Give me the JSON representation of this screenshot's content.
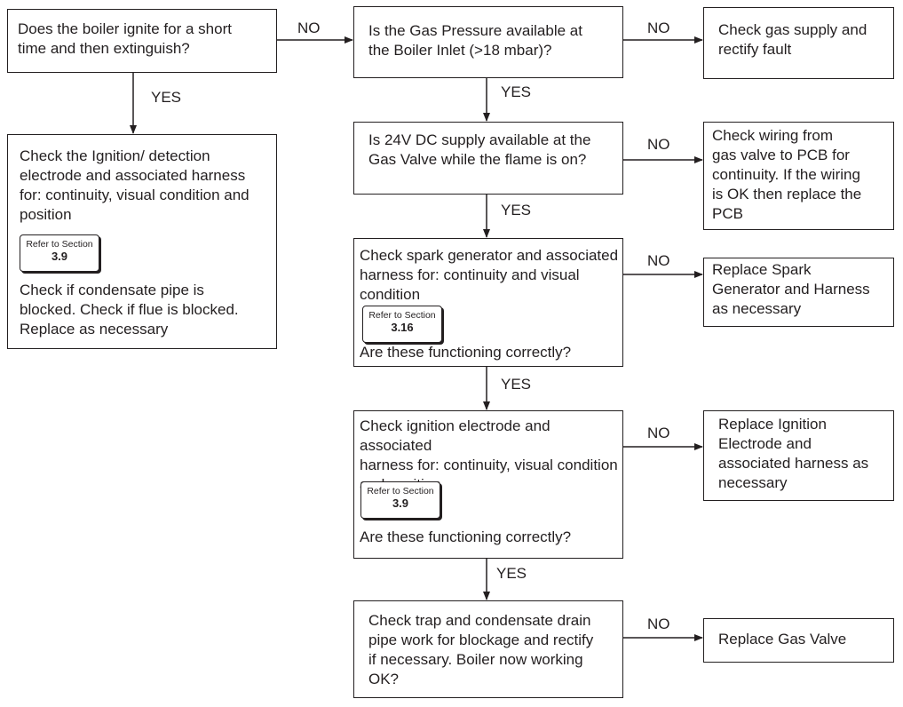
{
  "boxes": {
    "q_ignite": "Does the boiler ignite for a short\ntime and then extinguish?",
    "check_ignition_electrode": "Check the Ignition/ detection\nelectrode and associated harness\nfor: continuity, visual condition and\nposition",
    "check_condensate": "Check if condensate pipe is\nblocked.  Check if flue is blocked.\nReplace as necessary",
    "q_gas_pressure": "Is the Gas Pressure available at\nthe Boiler Inlet (>18 mbar)?",
    "check_gas_supply": "Check gas supply and\nrectify fault",
    "q_24v": "Is 24V DC supply available at the\nGas Valve while the flame is on?",
    "check_wiring": "Check wiring from\ngas valve to PCB for\ncontinuity.  If the wiring\nis OK then replace the\nPCB",
    "check_spark_generator": "Check spark generator and associated\nharness for: continuity and visual\ncondition",
    "spark_question": "Are these functioning correctly?",
    "replace_spark": "Replace Spark\nGenerator and Harness\nas necessary",
    "check_ignition_harness": "Check ignition electrode and associated\nharness for: continuity, visual condition\nand position",
    "ignition_question": "Are these functioning correctly?",
    "replace_ignition": "Replace Ignition\nElectrode and\nassociated harness as\nnecessary",
    "check_trap": "Check trap and condensate drain\npipe work for blockage and rectify\nif necessary.  Boiler now working\nOK?",
    "replace_gas_valve": "Replace Gas Valve"
  },
  "refs": {
    "ref_title": "Refer to Section",
    "ref1": "3.9",
    "ref2": "3.16",
    "ref3": "3.9"
  },
  "labels": {
    "yes": "YES",
    "no": "NO"
  }
}
